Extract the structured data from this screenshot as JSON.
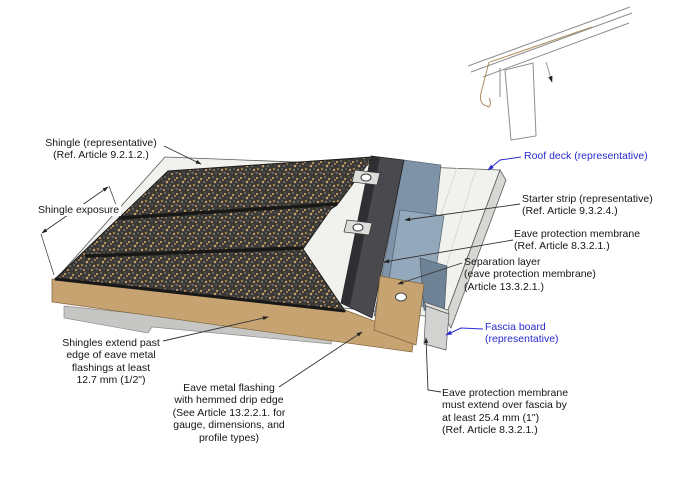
{
  "diagram": {
    "labels": {
      "shingle": "Shingle (representative)\n(Ref. Article 9.2.1.2.)",
      "shingle_exposure": "Shingle exposure",
      "shingles_extend": "Shingles extend past\nedge of eave metal\nflashings at least\n12.7 mm (1/2\")",
      "eave_flashing": "Eave metal flashing\nwith hemmed drip edge\n(See Article 13.2.2.1. for\ngauge, dimensions, and\nprofile types)",
      "roof_deck": "Roof deck (representative)",
      "starter_strip": "Starter strip (representative)\n(Ref. Article 9.3.2.4.)",
      "eave_membrane": "Eave protection membrane\n(Ref. Article 8.3.2.1.)",
      "separation_layer": "Separation layer\n(eave protection membrane)\n(Article 13.3.2.1.)",
      "fascia_board": "Fascia board\n(representative)",
      "membrane_over_fascia": "Eave protection membrane\nmust extend over fascia by\nat least 25.4 mm (1\")\n(Ref. Article 8.3.2.1.)"
    },
    "colors": {
      "shingle_base": "#3a3937",
      "starter": "#4a4a4e",
      "starter_dark": "#2f2f33",
      "membrane": "#7e93a8",
      "separation": "#94a8bb",
      "membrane_wrap": "#6e8396",
      "deck": "#f1f1ee",
      "deck_edge": "#d7d7d4",
      "flashing_tan": "#c7a372",
      "drip_gray": "#c6c6c4",
      "fascia": "#d2d2d0",
      "fascia_top": "#e0e0de",
      "blue_label": "#2a2ad0",
      "leader": "#333333"
    }
  }
}
